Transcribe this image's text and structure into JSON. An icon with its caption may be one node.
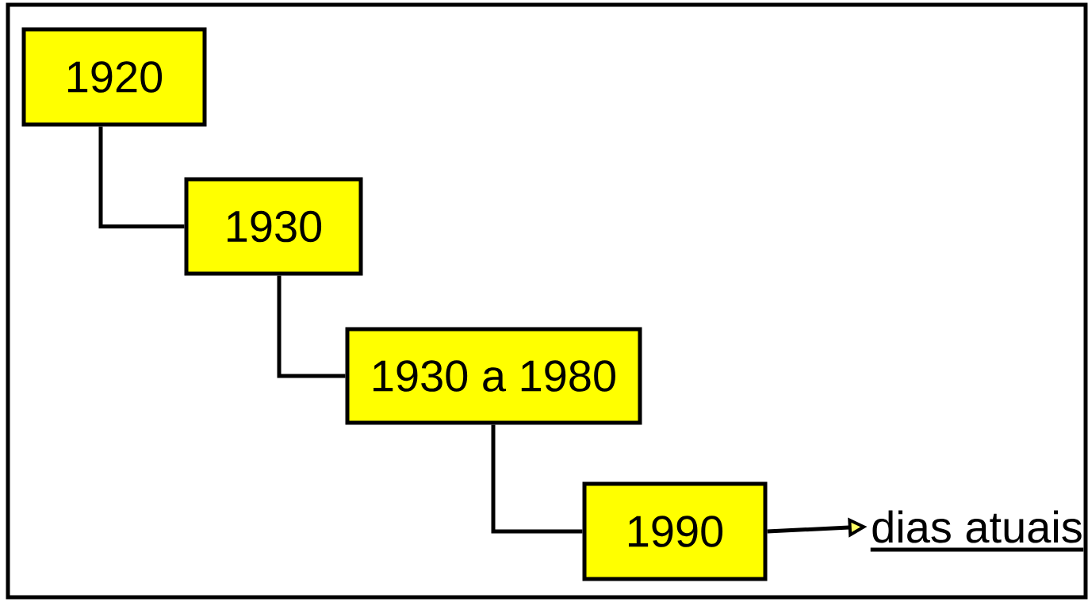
{
  "diagram": {
    "nodes": [
      {
        "text": [
          "1920"
        ]
      },
      {
        "text": [
          "1930"
        ]
      },
      {
        "text": [
          "1930 a 1980"
        ]
      },
      {
        "text": [
          "1990"
        ]
      },
      {
        "text": [
          "dias atuais"
        ]
      }
    ],
    "edges": [
      {
        "from": 0,
        "to": 1,
        "arrow": "none"
      },
      {
        "from": 1,
        "to": 2,
        "arrow": "none"
      },
      {
        "from": 2,
        "to": 3,
        "arrow": "none"
      },
      {
        "from": 3,
        "to": 4,
        "arrow": "to"
      }
    ]
  }
}
